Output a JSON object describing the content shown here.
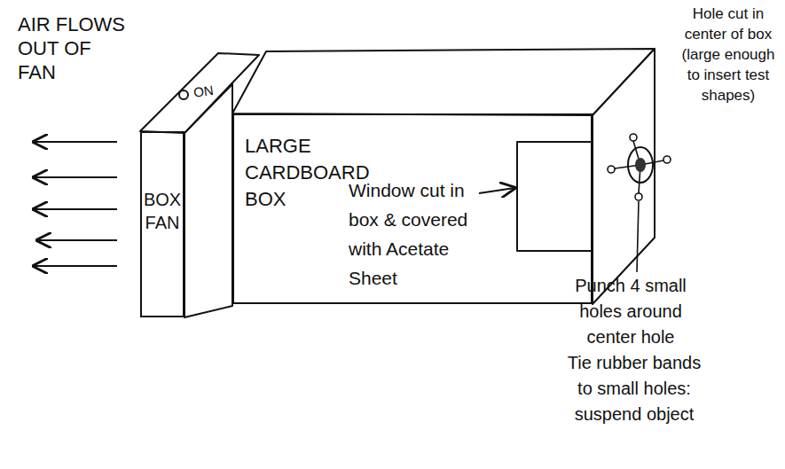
{
  "diagram": {
    "nodes": [
      {
        "text": [
          "BOX FAN"
        ]
      },
      {
        "text": [
          "LARGE CARDBOARD BOX"
        ]
      }
    ],
    "labels": [
      "AIR FLOWS OUT OF FAN",
      "ON",
      "Window cut in box & covered with Acetate Sheet",
      "Hole cut in center of box (large enough to insert test shapes)",
      "Punch 4 small holes around center hole",
      "Tie rubber bands to small holes: suspend object"
    ]
  }
}
